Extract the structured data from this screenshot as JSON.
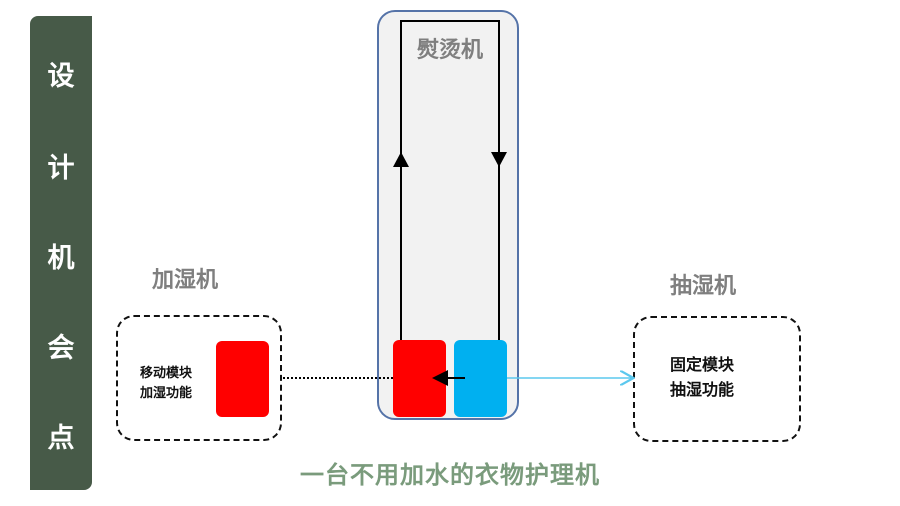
{
  "sidebar": {
    "title_chars": [
      "设",
      "计",
      "机",
      "会",
      "点"
    ],
    "color": "#475a48"
  },
  "iron": {
    "title": "熨烫机",
    "border_color": "#5573a8",
    "background": "#f2f2f2"
  },
  "humidifier": {
    "title": "加湿机",
    "line1": "移动模块",
    "line2": "加湿功能",
    "module_color": "#ff0000"
  },
  "dehumidifier": {
    "title": "抽湿机",
    "line1": "固定模块",
    "line2": "抽湿功能",
    "module_color": "#00b0f0"
  },
  "footer": {
    "caption": "一台不用加水的衣物护理机",
    "color": "#7a9b7c"
  }
}
